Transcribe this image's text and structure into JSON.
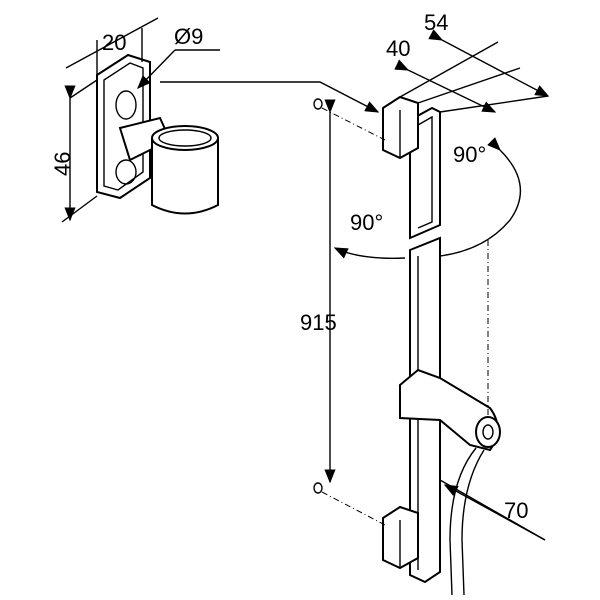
{
  "title": "Shower rail dimension drawing",
  "dimensions": {
    "bracket_depth": "20",
    "bracket_hole": "Ø9",
    "bracket_height": "46",
    "holder_outer": "54",
    "holder_inner": "40",
    "rotation_right": "90°",
    "rotation_left": "90°",
    "rail_length": "915",
    "slider_offset": "70"
  }
}
